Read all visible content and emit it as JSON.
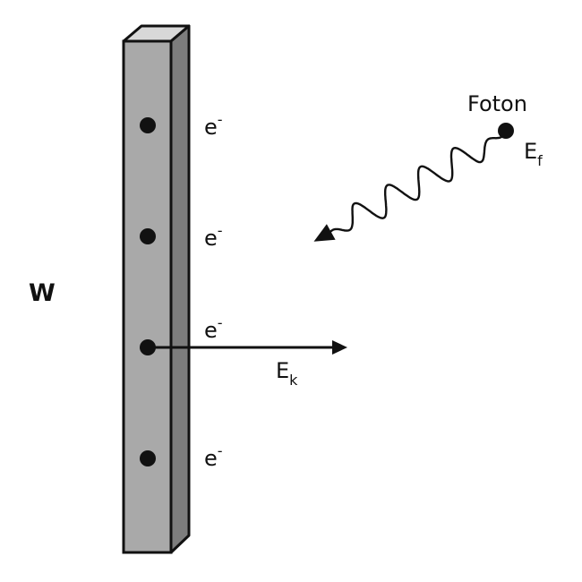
{
  "labels": {
    "electron": "e",
    "electron_sup": "-",
    "metal": "W",
    "photon": "Foton",
    "photon_energy_main": "E",
    "photon_energy_sub": "f",
    "kinetic_energy_main": "E",
    "kinetic_energy_sub": "k"
  },
  "colors": {
    "plate_front": "#a9a9a9",
    "plate_side": "#7d7d7d",
    "plate_top": "#d8d8d8",
    "ink": "#111111",
    "background": "#ffffff"
  }
}
